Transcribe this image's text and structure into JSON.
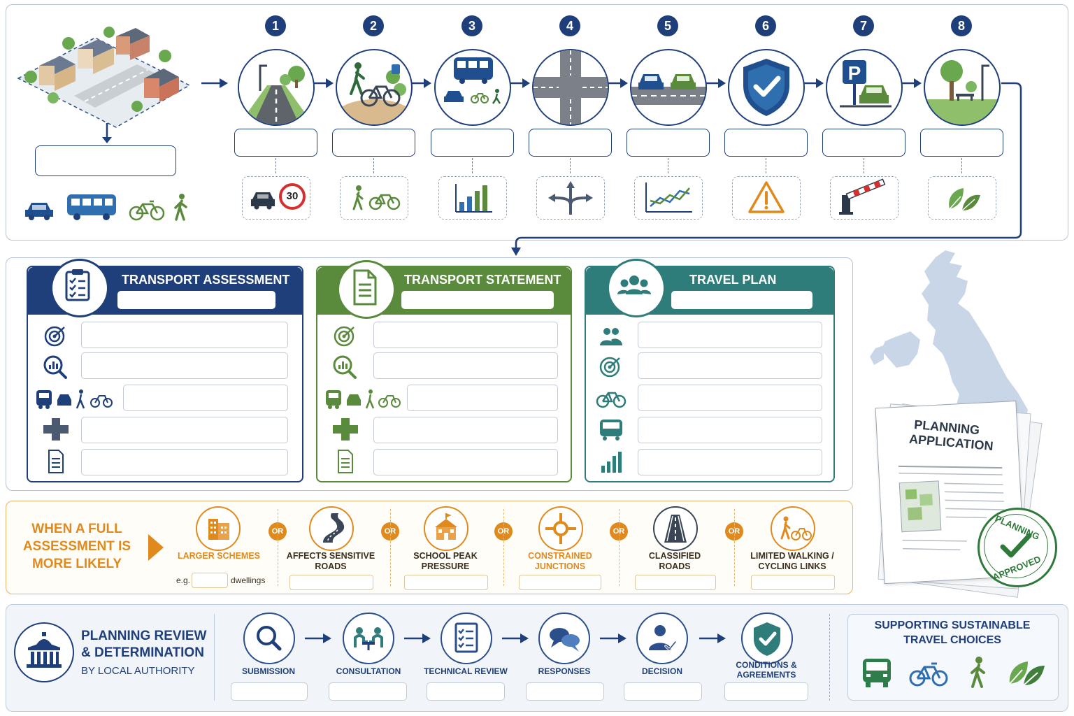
{
  "steps": [
    "1",
    "2",
    "3",
    "4",
    "5",
    "6",
    "7",
    "8"
  ],
  "cards": {
    "assessment": {
      "title": "TRANSPORT ASSESSMENT"
    },
    "statement": {
      "title": "TRANSPORT STATEMENT"
    },
    "travel_plan": {
      "title": "TRAVEL PLAN"
    }
  },
  "speed_sign": "30",
  "likely": {
    "heading": "WHEN A FULL ASSESSMENT IS MORE LIKELY",
    "or_label": "OR",
    "items": [
      {
        "label": "LARGER SCHEMES"
      },
      {
        "label": "AFFECTS SENSITIVE ROADS"
      },
      {
        "label": "SCHOOL PEAK PRESSURE"
      },
      {
        "label": "CONSTRAINED JUNCTIONS"
      },
      {
        "label": "CLASSIFIED ROADS"
      },
      {
        "label": "LIMITED WALKING / CYCLING LINKS"
      }
    ],
    "eg_prefix": "e.g.",
    "eg_suffix": "dwellings"
  },
  "planning_doc": {
    "title_line1": "PLANNING",
    "title_line2": "APPLICATION",
    "stamp_top": "PLANNING",
    "stamp_bottom": "APPROVED"
  },
  "review": {
    "title_line1": "PLANNING REVIEW",
    "title_line2": "& DETERMINATION",
    "subtitle": "BY LOCAL AUTHORITY",
    "stages": [
      {
        "label": "SUBMISSION"
      },
      {
        "label": "CONSULTATION"
      },
      {
        "label": "TECHNICAL REVIEW"
      },
      {
        "label": "RESPONSES"
      },
      {
        "label": "DECISION"
      },
      {
        "label": "CONDITIONS & AGREEMENTS"
      }
    ]
  },
  "sustainable": {
    "title_line1": "SUPPORTING SUSTAINABLE",
    "title_line2": "TRAVEL CHOICES"
  },
  "colors": {
    "navy": "#1f3f7a",
    "green": "#5a8a3c",
    "teal": "#2e7d7a",
    "orange": "#e08a1e"
  }
}
